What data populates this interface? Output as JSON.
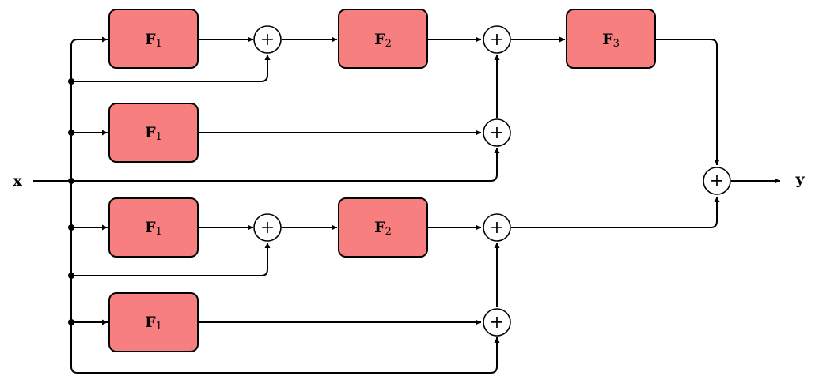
{
  "input_label": "x",
  "output_label": "y",
  "sum_symbol": "+",
  "blocks": [
    {
      "id": "b1",
      "name": "F",
      "sub": "1"
    },
    {
      "id": "b2",
      "name": "F",
      "sub": "2"
    },
    {
      "id": "b3",
      "name": "F",
      "sub": "3"
    },
    {
      "id": "b4",
      "name": "F",
      "sub": "1"
    },
    {
      "id": "b5",
      "name": "F",
      "sub": "1"
    },
    {
      "id": "b6",
      "name": "F",
      "sub": "2"
    },
    {
      "id": "b7",
      "name": "F",
      "sub": "1"
    }
  ],
  "colors": {
    "block_fill": "#f77f7f",
    "stroke": "#000000"
  }
}
